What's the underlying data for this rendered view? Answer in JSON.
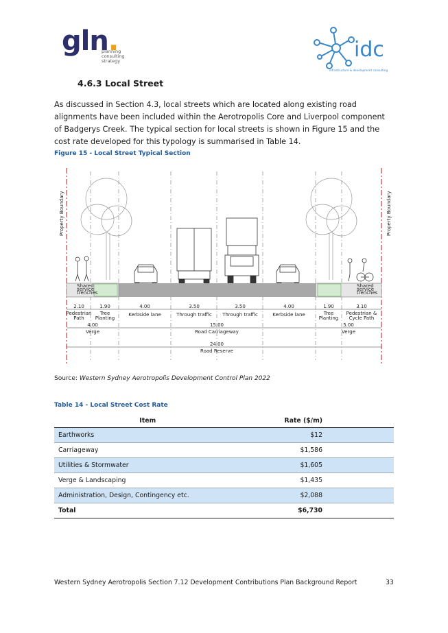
{
  "logos": {
    "gln_word": "gln",
    "gln_dot": ".",
    "gln_sub": [
      "planning",
      "consulting",
      "strategy"
    ],
    "idc_word": "idc",
    "idc_sub": "infrastructure & development consulting"
  },
  "heading": "4.6.3  Local Street",
  "paragraph": "As discussed in Section 4.3, local streets which are located along existing road alignments have been included within the Aerotropolis Core and Liverpool component of Badgerys Creek. The typical section for local streets is shown in Figure 15 and the cost rate developed for this typology is summarised in Table 14.",
  "figure": {
    "title": "Figure 15 - Local Street Typical Section",
    "left_boundary": "Property Boundary",
    "right_boundary": "Property Boundary",
    "services_left": [
      "Shared",
      "service",
      "trenches"
    ],
    "services_right": [
      "Shared",
      "service",
      "trenches"
    ],
    "segments": [
      {
        "value": "2.10",
        "label": [
          "Pedestrian",
          "Path"
        ]
      },
      {
        "value": "1.90",
        "label": [
          "Tree",
          "Planting"
        ]
      },
      {
        "value": "4.00",
        "label": [
          "Kerbside lane"
        ]
      },
      {
        "value": "3.50",
        "label": [
          "Through traffic"
        ]
      },
      {
        "value": "3.50",
        "label": [
          "Through traffic"
        ]
      },
      {
        "value": "4.00",
        "label": [
          "Kerbside lane"
        ]
      },
      {
        "value": "1.90",
        "label": [
          "Tree",
          "Planting"
        ]
      },
      {
        "value": "3.10",
        "label": [
          "Pedestrian &",
          "Cycle Path"
        ]
      }
    ],
    "verge_left": {
      "value": "4.00",
      "label": "Verge"
    },
    "carriageway": {
      "value": "15.00",
      "label": "Road Carriageway"
    },
    "verge_right": {
      "value": "5.00",
      "label": "Verge"
    },
    "reserve": {
      "value": "24.00",
      "label": "Road Reserve"
    }
  },
  "source": {
    "prefix": "Source: ",
    "text": "Western Sydney Aerotropolis Development Control Plan 2022"
  },
  "table": {
    "title": "Table 14 - Local Street Cost Rate",
    "header_item": "Item",
    "header_rate": "Rate ($/m)",
    "rows": [
      {
        "item": "Earthworks",
        "rate": "$12"
      },
      {
        "item": "Carriageway",
        "rate": "$1,586"
      },
      {
        "item": "Utilities & Stormwater",
        "rate": "$1,605"
      },
      {
        "item": "Verge & Landscaping",
        "rate": "$1,435"
      },
      {
        "item": "Administration, Design, Contingency etc.",
        "rate": "$2,088"
      }
    ],
    "total_label": "Total",
    "total_rate": "$6,730"
  },
  "footer": {
    "text": "Western Sydney Aerotropolis Section 7.12 Development Contributions Plan Background Report",
    "page": "33"
  },
  "colors": {
    "accent": "#1f5a9a",
    "row_shade": "#cfe3f7",
    "gln_navy": "#2d2f6b",
    "gln_orange": "#f0a020",
    "idc_blue": "#3a88c8"
  }
}
